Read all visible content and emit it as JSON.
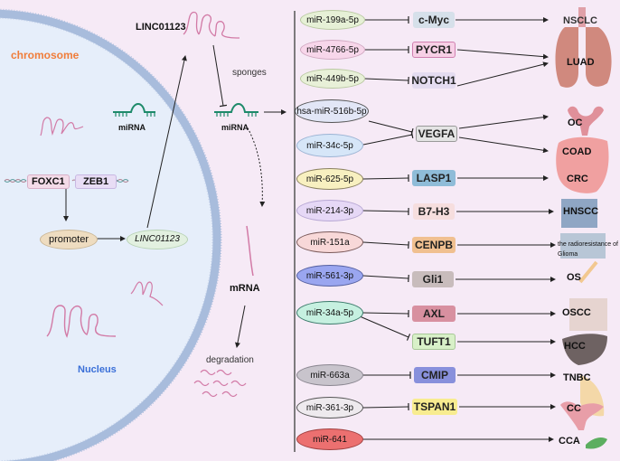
{
  "left_panel": {
    "chromosome_label": "chromosome",
    "nucleus_label": "Nucleus",
    "lnc_title": "LINC01123",
    "sponges_label": "sponges",
    "mirna_label_inner": "miRNA",
    "mirna_label_outer": "miRNA",
    "mrna_label": "mRNA",
    "degradation_label": "degradation",
    "tf1": "FOXC1",
    "tf2": "ZEB1",
    "promoter": "promoter",
    "lnc_gene": "LINC01123"
  },
  "colors": {
    "nucleus_fill": "#e6eefa",
    "membrane": "#9fb3d6",
    "background": "#f6eaf6",
    "rna_pink": "#d27aa6",
    "mirna_green": "#1e8a6a",
    "chromosome_orange": "#f07d3a",
    "nucleus_blue": "#3a6fd8"
  },
  "pathways": [
    {
      "mirna": "miR-199a-5p",
      "mirna_color": "#e6f0d6",
      "gene": "c-Myc",
      "gene_color": "#d6e0ea",
      "disease": "NSCLC"
    },
    {
      "mirna": "miR-4766-5p",
      "mirna_color": "#f7d6ea",
      "gene": "PYCR1",
      "gene_color": "#f7d0e6",
      "disease": "LUAD"
    },
    {
      "mirna": "miR-449b-5p",
      "mirna_color": "#e8f0d8",
      "gene": "NOTCH1",
      "gene_color": "#e4dcf0",
      "disease": "LUAD"
    },
    {
      "mirna": "hsa-miR-516b-5p",
      "mirna_color": "#e2e6f6",
      "gene": "VEGFA",
      "gene_color": "#e4e4e4",
      "disease": "OC"
    },
    {
      "mirna": "miR-34c-5p",
      "mirna_color": "#d6e6f8",
      "gene": "VEGFA",
      "gene_color": "#e4e4e4",
      "disease": "COAD"
    },
    {
      "mirna": "miR-625-5p",
      "mirna_color": "#f8f0c0",
      "gene": "LASP1",
      "gene_color": "#8fbcd8",
      "disease": "CRC"
    },
    {
      "mirna": "miR-214-3p",
      "mirna_color": "#e6d8f6",
      "gene": "B7-H3",
      "gene_color": "#f6dede",
      "disease": "HNSCC"
    },
    {
      "mirna": "miR-151a",
      "mirna_color": "#f8d8d8",
      "gene": "CENPB",
      "gene_color": "#f0c090",
      "disease": "the radioresistance of Glioma"
    },
    {
      "mirna": "miR-561-3p",
      "mirna_color": "#9aa6f0",
      "gene": "Gli1",
      "gene_color": "#c8bcbc",
      "disease": "OS"
    },
    {
      "mirna": "miR-34a-5p",
      "mirna_color": "#c6f0e0",
      "gene": "AXL",
      "gene_color": "#d890a0",
      "disease": "OSCC"
    },
    {
      "mirna": "miR-34a-5p",
      "mirna_color": "#c6f0e0",
      "gene": "TUFT1",
      "gene_color": "#d8f0c8",
      "disease": "HCC"
    },
    {
      "mirna": "miR-663a",
      "mirna_color": "#c8c4cc",
      "gene": "CMIP",
      "gene_color": "#8890dc",
      "disease": "TNBC"
    },
    {
      "mirna": "miR-361-3p",
      "mirna_color": "#eeeaee",
      "gene": "TSPAN1",
      "gene_color": "#f8ec90",
      "disease": "CC"
    },
    {
      "mirna": "miR-641",
      "mirna_color": "#ec7070",
      "gene": "",
      "gene_color": "",
      "disease": "CCA"
    }
  ],
  "mirna_nodes": [
    {
      "label": "miR-199a-5p",
      "color": "#e6f0d6"
    },
    {
      "label": "miR-4766-5p",
      "color": "#f7d6ea"
    },
    {
      "label": "miR-449b-5p",
      "color": "#e8f0d8"
    },
    {
      "label": "hsa-miR-516b-5p",
      "color": "#e2e6f6"
    },
    {
      "label": "miR-34c-5p",
      "color": "#d6e6f8"
    },
    {
      "label": "miR-625-5p",
      "color": "#f8f0c0"
    },
    {
      "label": "miR-214-3p",
      "color": "#e6d8f6"
    },
    {
      "label": "miR-151a",
      "color": "#f8d8d8"
    },
    {
      "label": "miR-561-3p",
      "color": "#9aa6f0"
    },
    {
      "label": "miR-34a-5p",
      "color": "#c6f0e0"
    },
    {
      "label": "miR-663a",
      "color": "#c8c4cc"
    },
    {
      "label": "miR-361-3p",
      "color": "#eeeaee"
    },
    {
      "label": "miR-641",
      "color": "#ec7070"
    }
  ],
  "gene_nodes": [
    {
      "label": "c-Myc",
      "color": "#d6e0ea"
    },
    {
      "label": "PYCR1",
      "color": "#f7d0e6"
    },
    {
      "label": "NOTCH1",
      "color": "#e4dcf0"
    },
    {
      "label": "VEGFA",
      "color": "#e4e4e4"
    },
    {
      "label": "LASP1",
      "color": "#8fbcd8"
    },
    {
      "label": "B7-H3",
      "color": "#f6dede"
    },
    {
      "label": "CENPB",
      "color": "#f0c090"
    },
    {
      "label": "Gli1",
      "color": "#c8bcbc"
    },
    {
      "label": "AXL",
      "color": "#d890a0"
    },
    {
      "label": "TUFT1",
      "color": "#d8f0c8"
    },
    {
      "label": "CMIP",
      "color": "#8890dc"
    },
    {
      "label": "TSPAN1",
      "color": "#f8ec90"
    }
  ],
  "disease_nodes": [
    {
      "label": "NSCLC"
    },
    {
      "label": "LUAD"
    },
    {
      "label": "OC"
    },
    {
      "label": "COAD"
    },
    {
      "label": "CRC"
    },
    {
      "label": "HNSCC"
    },
    {
      "label": "the radioresistance of"
    },
    {
      "label": "Glioma"
    },
    {
      "label": "OS"
    },
    {
      "label": "OSCC"
    },
    {
      "label": "HCC"
    },
    {
      "label": "TNBC"
    },
    {
      "label": "CC"
    },
    {
      "label": "CCA"
    }
  ]
}
